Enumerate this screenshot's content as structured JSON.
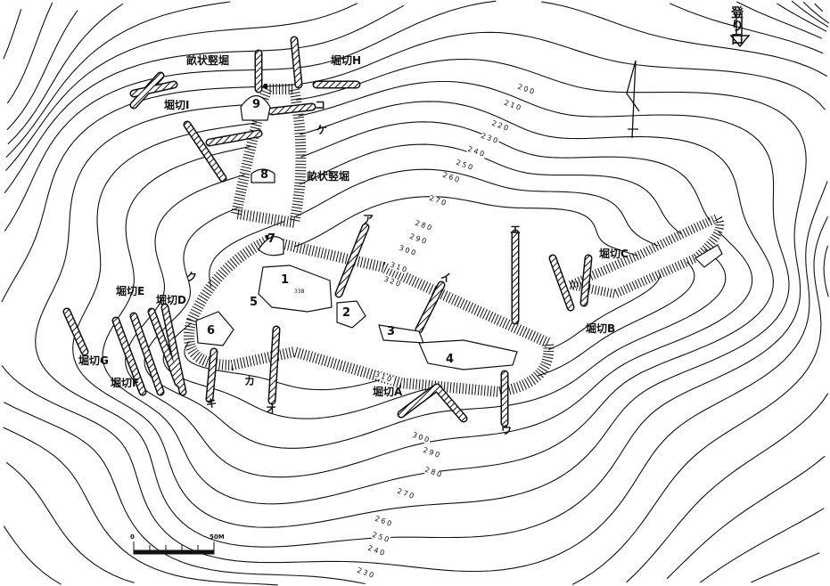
{
  "map": {
    "entrance_label": "登り口",
    "scale": {
      "start": "0",
      "end": "50M"
    },
    "summit_elevation": "338",
    "enclosures": [
      "1",
      "2",
      "3",
      "4",
      "5",
      "6",
      "7",
      "8",
      "9"
    ],
    "points": {
      "a": "ア",
      "i": "イ",
      "u": "ウ",
      "e": "エ",
      "o": "オ",
      "ka": "カ",
      "ki": "キ",
      "ku": "ク",
      "ke": "ケ",
      "ko": "コ"
    },
    "ditches": {
      "A": "堀切A",
      "B": "堀切B",
      "C": "堀切C",
      "D": "堀切D",
      "E": "堀切E",
      "F": "堀切F",
      "G": "堀切G",
      "H": "堀切H",
      "I": "堀切I"
    },
    "tatebori": [
      "畝状竪堀",
      "畝状竪堀"
    ],
    "contours_north": [
      "200",
      "210",
      "220",
      "230",
      "240",
      "250",
      "260",
      "270",
      "280",
      "290",
      "300",
      "310",
      "320"
    ],
    "contours_south": [
      "310",
      "300",
      "290",
      "280",
      "270",
      "260",
      "250",
      "240",
      "230"
    ]
  }
}
